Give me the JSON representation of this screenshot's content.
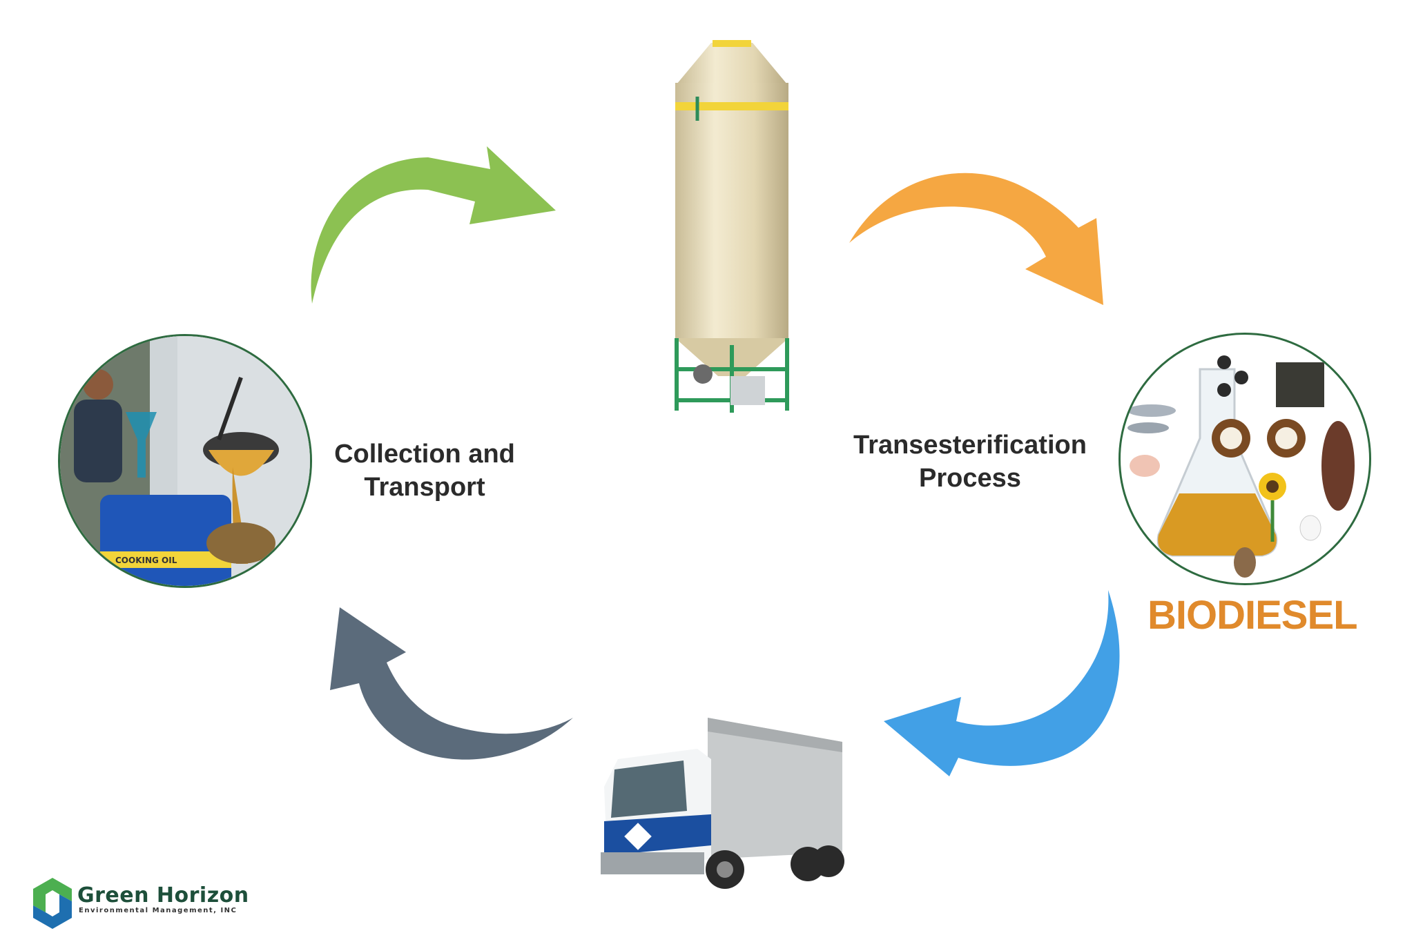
{
  "labels": {
    "collection_line1": "Collection and",
    "collection_line2": "Transport",
    "transesterification_line1": "Transesterification",
    "transesterification_line2": "Process",
    "biodiesel": "BIODIESEL",
    "drum_text": "COOKING OIL"
  },
  "logo": {
    "name": "Green Horizon",
    "subtitle": "Environmental Management, INC"
  },
  "colors": {
    "arrow_green": "#8cc152",
    "arrow_orange": "#f5a742",
    "arrow_blue": "#42a0e6",
    "arrow_slate": "#5b6b7b",
    "biodiesel_text": "#e08a2c",
    "circle_border": "#2e6b40",
    "logo_green": "#4caf50",
    "logo_blue": "#1e6fb0"
  },
  "icons": {
    "collection_photo": "used-oil-collection-photo",
    "tank": "storage-tank-icon",
    "feedstock_photo": "biodiesel-feedstock-flask-photo",
    "truck": "delivery-truck-icon",
    "logo": "green-horizon-hexagon-logo"
  }
}
